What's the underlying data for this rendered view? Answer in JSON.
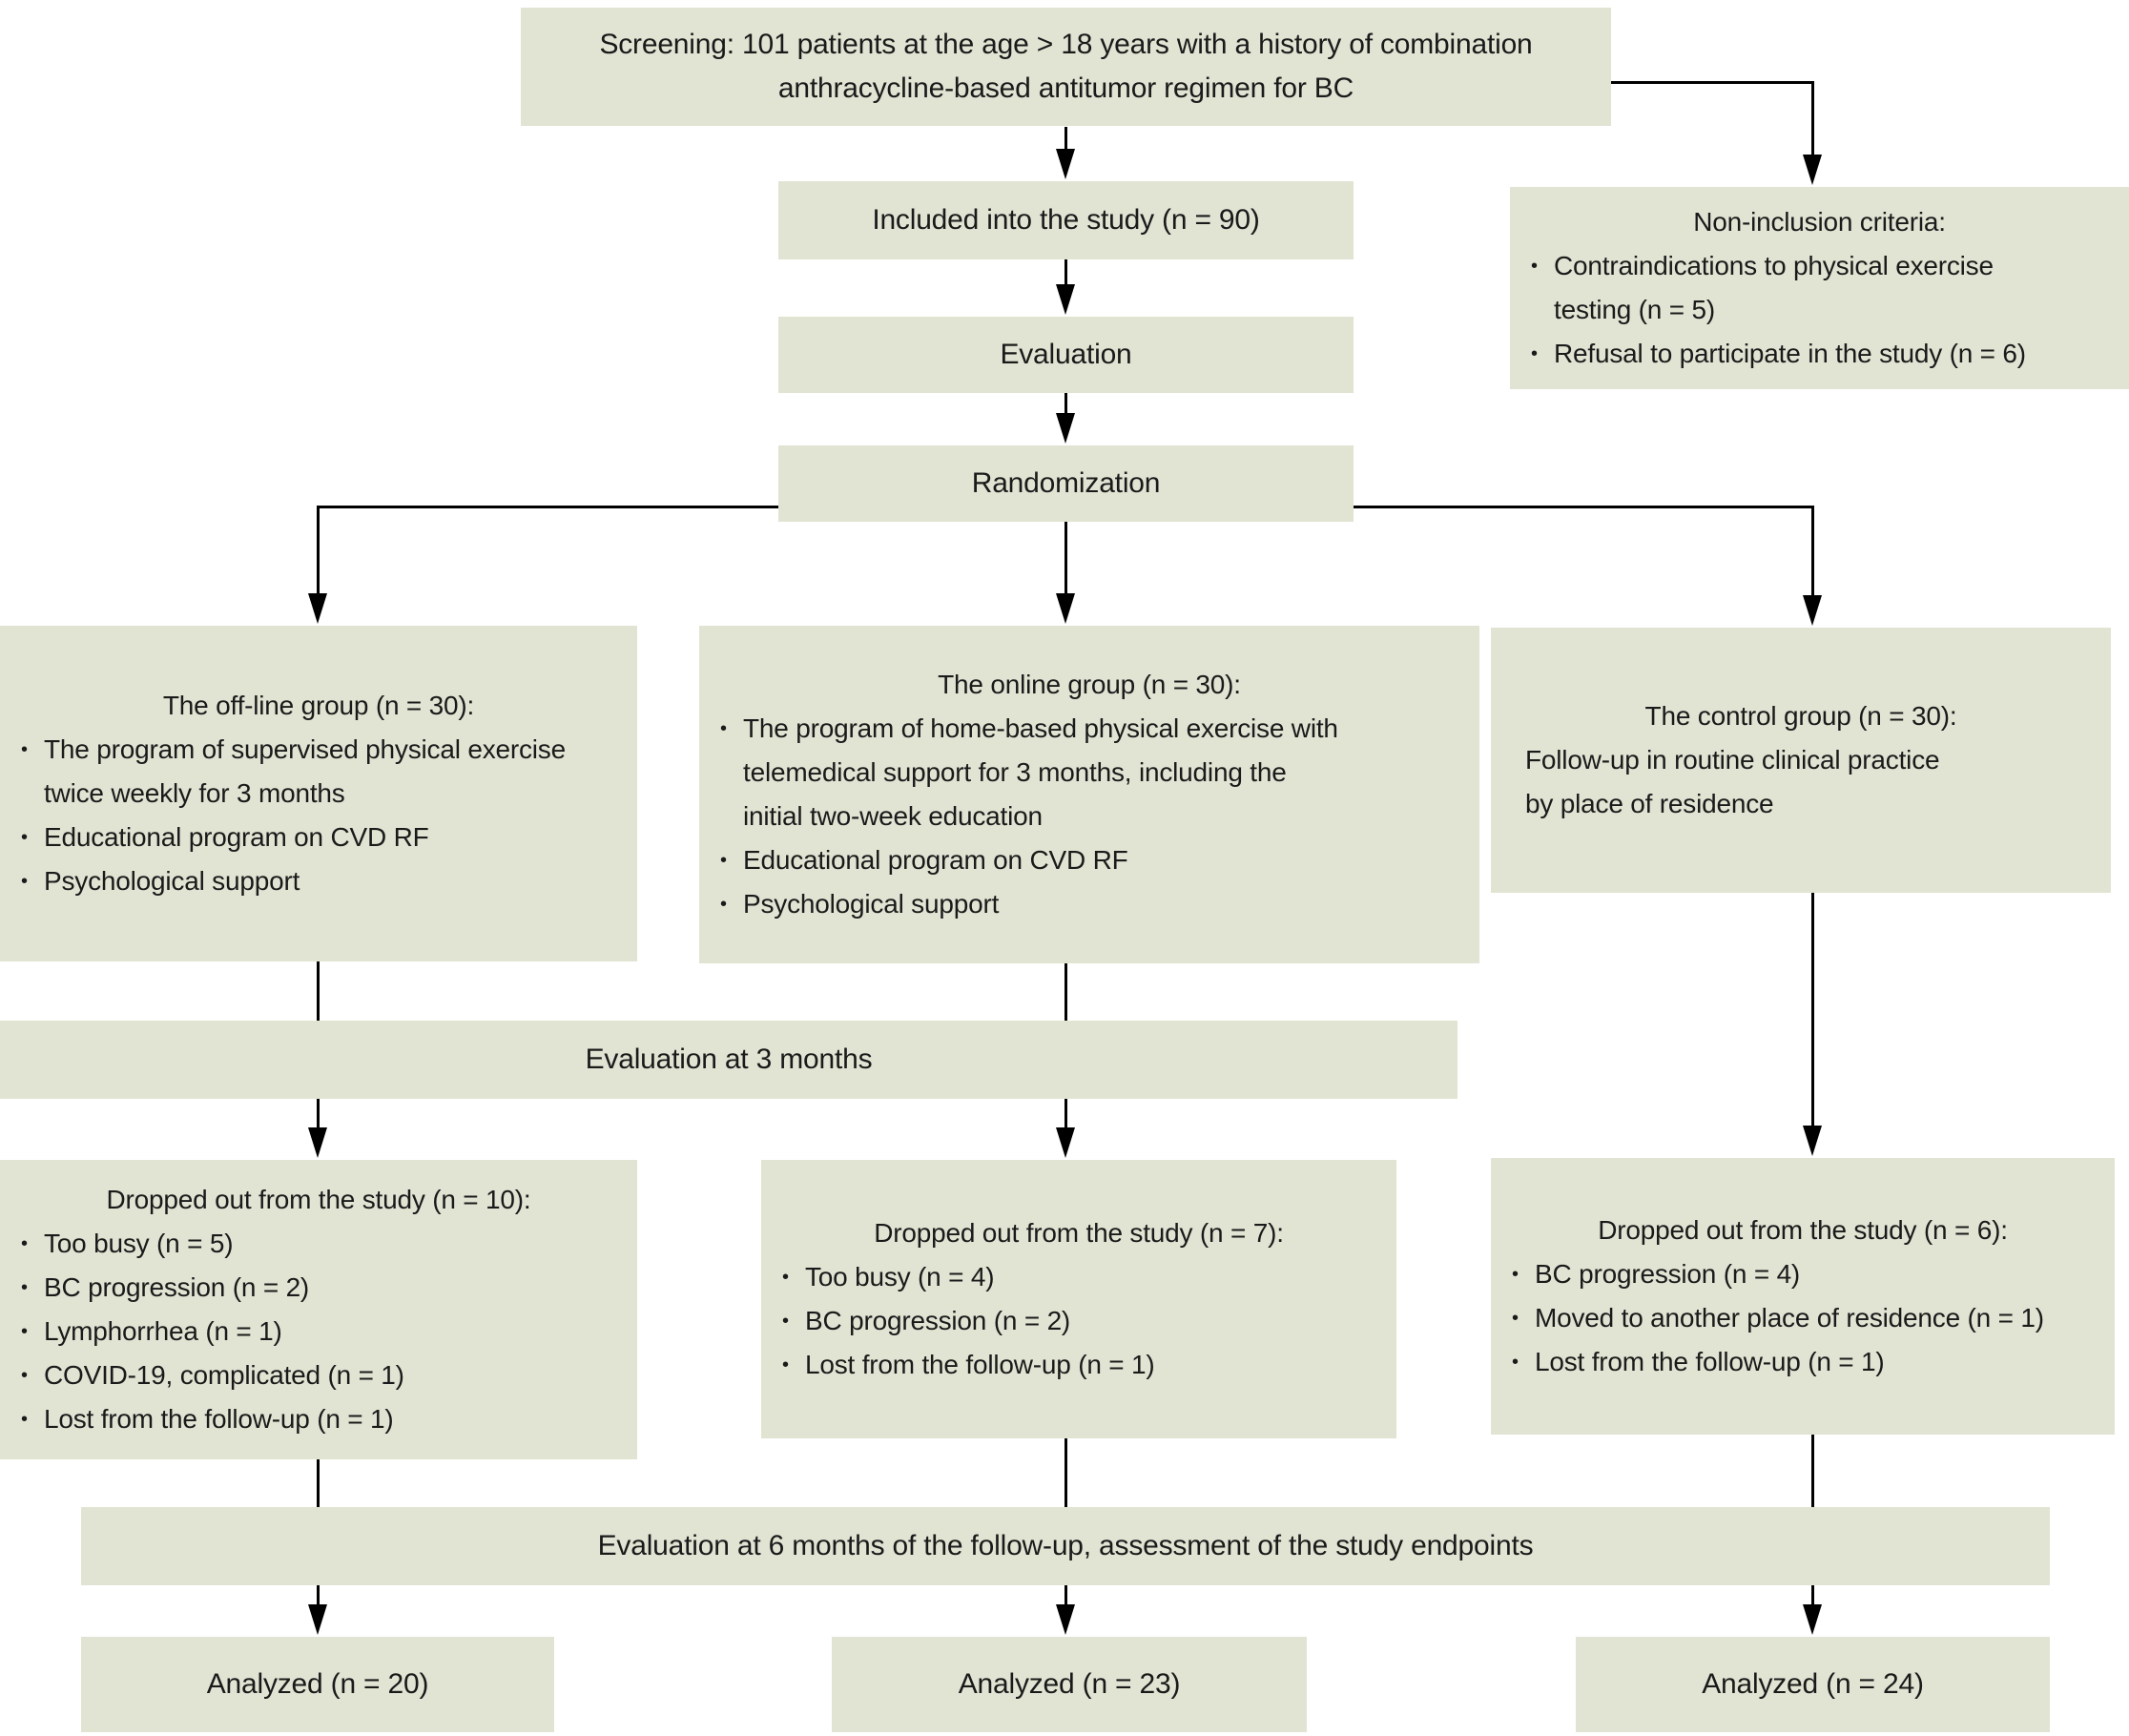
{
  "colors": {
    "box_fill": "#e1e4d3",
    "line": "#000000",
    "text": "#1a1a1a",
    "background": "#ffffff"
  },
  "nodes": {
    "screening": {
      "text": "Screening: 101 patients at the age > 18 years with a history of combination\nanthracycline-based antitumor regimen for BC"
    },
    "included": {
      "label": "Included into the study (n = 90)"
    },
    "non_inclusion": {
      "title": "Non-inclusion criteria:",
      "bullets": [
        "Contraindications to physical exercise\ntesting (n = 5)",
        "Refusal to participate in the study (n = 6)"
      ]
    },
    "evaluation": {
      "label": "Evaluation"
    },
    "randomization": {
      "label": "Randomization"
    },
    "offline_group": {
      "title": "The off-line group (n = 30):",
      "bullets": [
        " The program of supervised physical exercise\ntwice weekly for 3 months",
        "Educational program on CVD RF",
        "Psychological support"
      ]
    },
    "online_group": {
      "title": "The online group (n = 30):",
      "bullets": [
        "The program of home-based physical exercise with\ntelemedical support for 3 months, including the\ninitial two-week education",
        "Educational program on CVD RF",
        "Psychological support"
      ]
    },
    "control_group": {
      "title": "The control group (n = 30):",
      "lines": "Follow-up in routine clinical practice\nby place of residence"
    },
    "evaluation_3m": {
      "label": "Evaluation at 3 months"
    },
    "dropout_offline": {
      "title": "Dropped out from the study (n = 10):",
      "bullets": [
        "Too busy (n = 5)",
        "BC progression (n = 2)",
        "Lymphorrhea (n = 1)",
        "COVID-19, complicated (n = 1)",
        "Lost from the follow-up (n = 1)"
      ]
    },
    "dropout_online": {
      "title": "Dropped out from the study (n = 7):",
      "bullets": [
        "Too busy (n = 4)",
        "BC progression (n = 2)",
        "Lost from the follow-up (n = 1)"
      ]
    },
    "dropout_control": {
      "title": "Dropped out from the study (n = 6):",
      "bullets": [
        "BC progression (n = 4)",
        "Moved to another place of residence (n = 1)",
        "Lost from the follow-up (n = 1)"
      ]
    },
    "evaluation_6m": {
      "label": "Evaluation at 6 months of the follow-up, assessment of the study endpoints"
    },
    "analyzed_offline": {
      "label": "Analyzed (n = 20)"
    },
    "analyzed_online": {
      "label": "Analyzed (n = 23)"
    },
    "analyzed_control": {
      "label": "Analyzed (n = 24)"
    }
  }
}
